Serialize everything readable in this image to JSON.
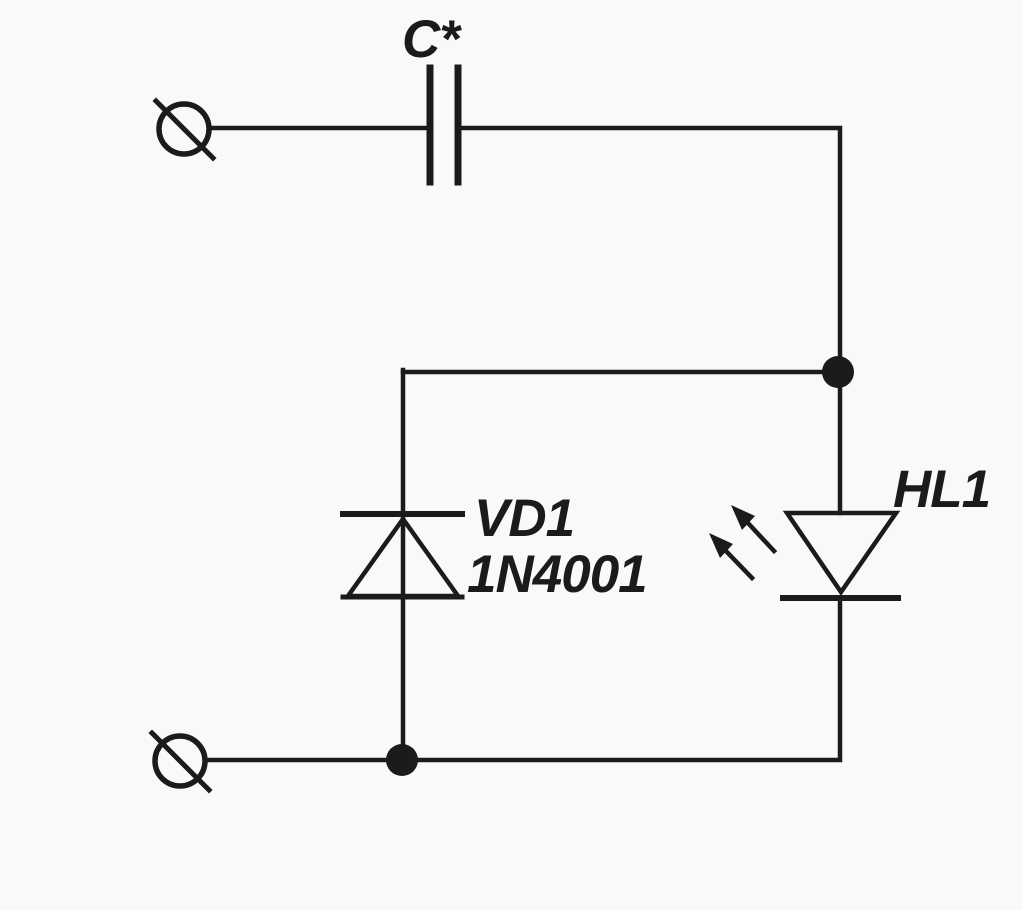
{
  "diagram": {
    "kind": "circuit-schematic",
    "background_color": "#f9f9f9",
    "ink_color": "#1b1b1b",
    "components": {
      "capacitor": {
        "label": "C*",
        "symbol": "capacitor-icon"
      },
      "diode": {
        "designator": "VD1",
        "part_number": "1N4001",
        "symbol": "diode-icon"
      },
      "led": {
        "designator": "HL1",
        "symbol": "led-icon"
      },
      "terminal_top": {
        "symbol": "terminal-icon"
      },
      "terminal_bottom": {
        "symbol": "terminal-icon"
      }
    }
  }
}
